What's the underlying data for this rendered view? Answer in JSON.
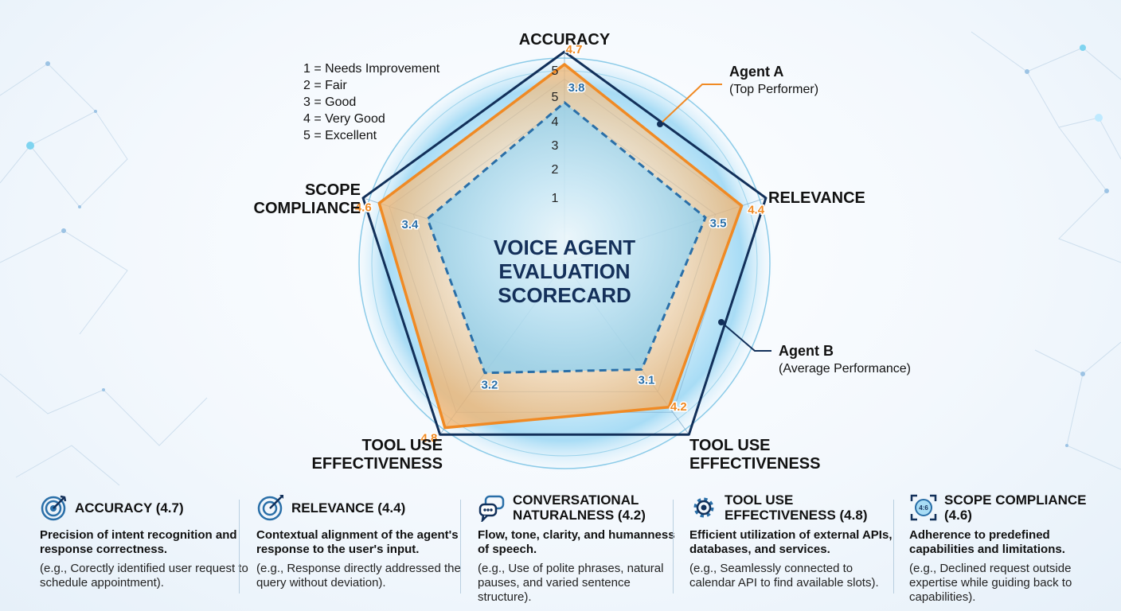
{
  "chart_data": {
    "type": "radar",
    "title": "VOICE AGENT EVALUATION SCORECARD",
    "axes": [
      "ACCURACY",
      "RELEVANCE",
      "TOOL USE EFFECTIVENESS",
      "TOOL USE EFFECTIVENESS",
      "SCOPE COMPLIANCE"
    ],
    "range": [
      0,
      5
    ],
    "tick_labels": [
      "1",
      "2",
      "3",
      "4",
      "5",
      "5"
    ],
    "series": [
      {
        "name": "Agent A",
        "subtitle": "(Top Performer)",
        "values": [
          4.7,
          4.4,
          4.2,
          4.8,
          4.6
        ],
        "color": "#f08a24"
      },
      {
        "name": "Agent B",
        "subtitle": "(Average Performance)",
        "values": [
          3.8,
          3.5,
          3.1,
          3.2,
          3.4
        ],
        "color": "#2a6fa8"
      }
    ],
    "outline_color": "#12305a"
  },
  "scale_legend": [
    "1 = Needs Improvement",
    "2 = Fair",
    "3 = Good",
    "4 = Very Good",
    "5 = Excellent"
  ],
  "cards": [
    {
      "title": "ACCURACY (4.7)",
      "icon": "target-icon",
      "desc": "Precision of intent recognition and response correctness.",
      "example": "(e.g., Corectly identified user request to schedule appointment)."
    },
    {
      "title": "RELEVANCE (4.4)",
      "icon": "target-arrow-icon",
      "desc": "Contextual alignment of the agent's response to the user's input.",
      "example": "(e.g., Response directly addressed the query without deviation)."
    },
    {
      "title": "CONVERSATIONAL NATURALNESS (4.2)",
      "icon": "chat-bubbles-icon",
      "desc": "Flow, tone, clarity, and humanness of speech.",
      "example": "(e.g., Use of polite phrases, natural pauses, and varied sentence structure)."
    },
    {
      "title": "TOOL USE EFFECTIVENESS (4.8)",
      "icon": "gear-icon",
      "desc": "Efficient utilization of external APIs, databases, and services.",
      "example": "(e.g., Seamlessly connected to calendar API to find available slots)."
    },
    {
      "title": "SCOPE COMPLIANCE (4.6)",
      "icon": "scope-frame-icon",
      "icon_text": "4:6",
      "desc": "Adherence to predefined capabilities and limitations.",
      "example": "(e.g., Declined request outside expertise while guiding back to capabilities)."
    }
  ]
}
